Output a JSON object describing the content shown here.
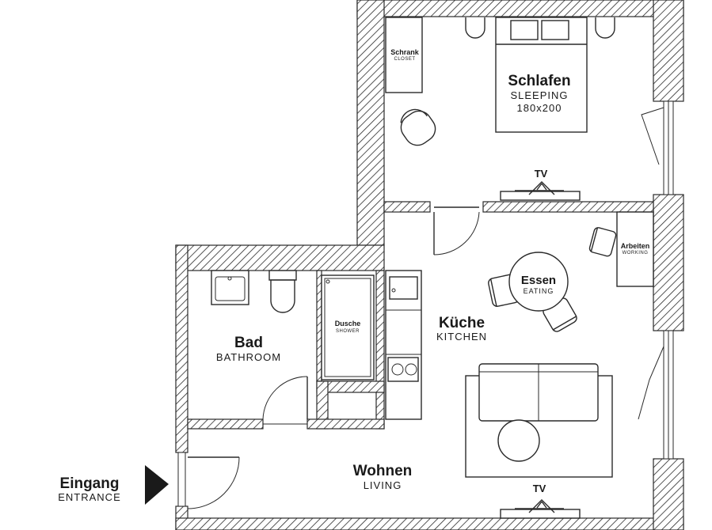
{
  "rooms": {
    "sleeping": {
      "name": "Schlafen",
      "subtitle": "SLEEPING",
      "size": "180x200"
    },
    "closet": {
      "name": "Schrank",
      "subtitle": "CLOSET"
    },
    "kitchen": {
      "name": "Küche",
      "subtitle": "KITCHEN"
    },
    "eating": {
      "name": "Essen",
      "subtitle": "EATING"
    },
    "working": {
      "name": "Arbeiten",
      "subtitle": "WORKING"
    },
    "bathroom": {
      "name": "Bad",
      "subtitle": "BATHROOM"
    },
    "shower": {
      "name": "Dusche",
      "subtitle": "SHOWER"
    },
    "living": {
      "name": "Wohnen",
      "subtitle": "LIVING"
    }
  },
  "entrance": {
    "name": "Eingang",
    "subtitle": "ENTRANCE"
  },
  "tv_labels": {
    "bedroom": "TV",
    "living": "TV"
  },
  "colors": {
    "wall_hatch": "#2a2a2a",
    "background": "#ffffff",
    "text": "#1a1a1a"
  }
}
